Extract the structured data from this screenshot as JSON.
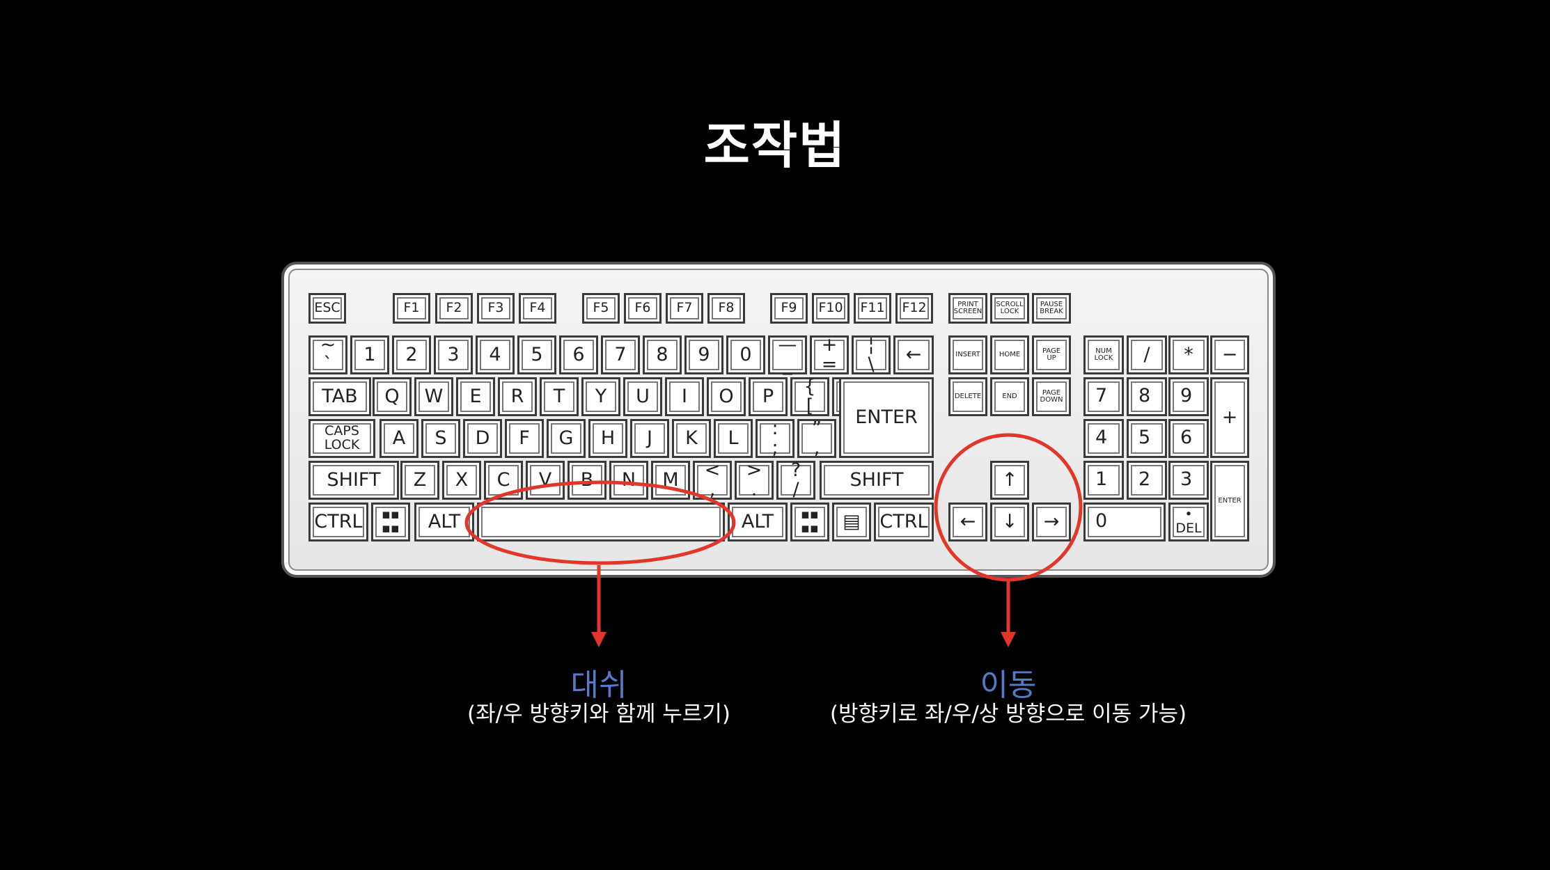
{
  "title": "조작법",
  "annotations": {
    "dash": {
      "label": "대쉬",
      "description": "(좌/우 방향키와 함께 누르기)",
      "highlight_color": "#e3362a"
    },
    "move": {
      "label": "이동",
      "description": "(방향키로 좌/우/상 방향으로 이동 가능)",
      "highlight_color": "#e3362a"
    }
  },
  "keyboard": {
    "keys": {
      "esc": "ESC",
      "f1": "F1",
      "f2": "F2",
      "f3": "F3",
      "f4": "F4",
      "f5": "F5",
      "f6": "F6",
      "f7": "F7",
      "f8": "F8",
      "f9": "F9",
      "f10": "F10",
      "f11": "F11",
      "f12": "F12",
      "print_screen": "PRINT\nSCREEN",
      "scroll_lock": "SCROLL\nLOCK",
      "pause_break": "PAUSE\nBREAK",
      "tilde": "~\n`",
      "d1": "1",
      "d2": "2",
      "d3": "3",
      "d4": "4",
      "d5": "5",
      "d6": "6",
      "d7": "7",
      "d8": "8",
      "d9": "9",
      "d0": "0",
      "minus": "—\n_",
      "equals": "+\n=",
      "pipe": "¦\n\\",
      "backspace": "←",
      "insert": "INSERT",
      "home": "HOME",
      "page_up": "PAGE\nUP",
      "num_lock": "NUM\nLOCK",
      "np_slash": "/",
      "np_star": "*",
      "np_minus": "−",
      "tab": "TAB",
      "q": "Q",
      "w": "W",
      "e": "E",
      "r": "R",
      "t": "T",
      "y": "Y",
      "u": "U",
      "i": "I",
      "o": "O",
      "p": "P",
      "lbrace": "{\n[",
      "rbrace": "}\n]",
      "delete": "DELETE",
      "end": "END",
      "page_down": "PAGE\nDOWN",
      "np7": "7",
      "np8": "8",
      "np9": "9",
      "np_plus": "+",
      "caps": "CAPS\nLOCK",
      "a": "A",
      "s": "S",
      "d": "D",
      "f": "F",
      "g": "G",
      "h": "H",
      "j": "J",
      "k": "K",
      "l": "L",
      "semicolon": ":\n;",
      "quote": "”\n,",
      "enter": "ENTER",
      "np4": "4",
      "np5": "5",
      "np6": "6",
      "lshift": "SHIFT",
      "z": "Z",
      "x": "X",
      "c": "C",
      "v": "V",
      "b": "B",
      "n": "N",
      "m": "M",
      "comma": "<\n,",
      "period": ">\n.",
      "slash": "?\n/",
      "rshift": "SHIFT",
      "arrow_up": "↑",
      "np1": "1",
      "np2": "2",
      "np3": "3",
      "np_enter": "ENTER",
      "lctrl": "CTRL",
      "lwin": "▪▪\n▪▪",
      "lalt": "ALT",
      "space": "",
      "ralt": "ALT",
      "rwin": "▪▪\n▪▪",
      "menu": "▤",
      "rctrl": "CTRL",
      "arrow_left": "←",
      "arrow_down": "↓",
      "arrow_right": "→",
      "np0": "0",
      "np_dot": "•\nDEL"
    }
  }
}
